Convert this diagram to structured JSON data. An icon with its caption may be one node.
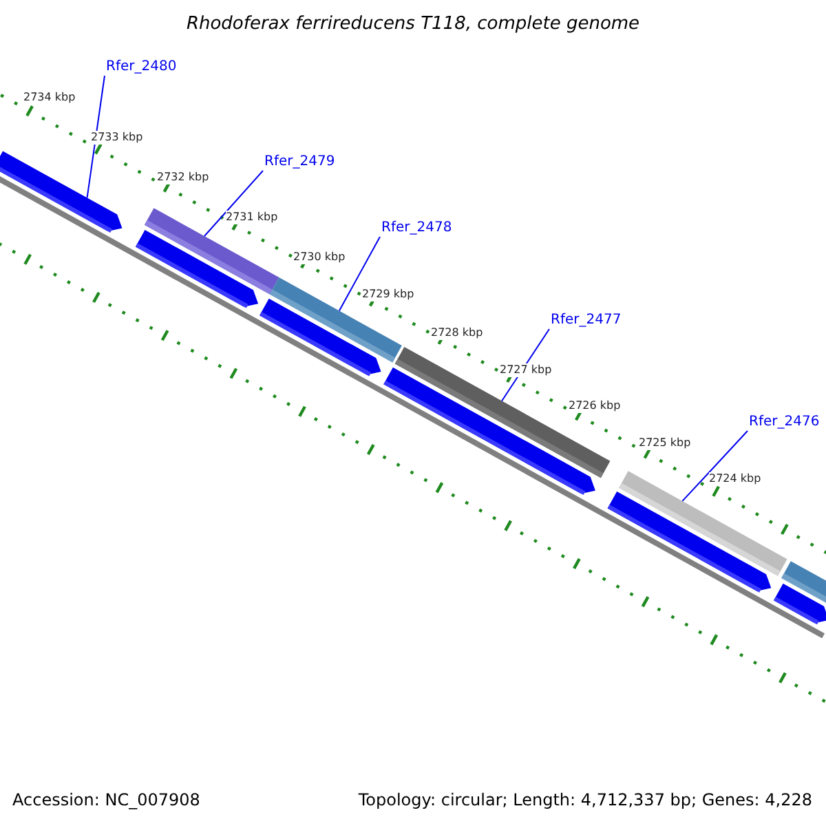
{
  "diagram": {
    "title": "Rhodoferax ferrireducens T118, complete genome",
    "nodes": [
      {
        "text": [
          "Rfer_2480"
        ]
      },
      {
        "text": [
          "Rfer_2479"
        ]
      },
      {
        "text": [
          "Rfer_2478"
        ]
      },
      {
        "text": [
          "Rfer_2477"
        ]
      },
      {
        "text": [
          "Rfer_2476"
        ]
      },
      {
        "text": [],
        "shape": "bar"
      },
      {
        "text": [],
        "shape": "bar"
      },
      {
        "text": [],
        "shape": "bar"
      },
      {
        "text": [],
        "shape": "bar"
      },
      {
        "text": [],
        "shape": "bar"
      }
    ],
    "edges": [
      {
        "from": 0,
        "to": 5,
        "arrow": "none"
      },
      {
        "from": 1,
        "to": 6,
        "arrow": "none"
      },
      {
        "from": 2,
        "to": 7,
        "arrow": "none"
      },
      {
        "from": 3,
        "to": 8,
        "arrow": "none"
      },
      {
        "from": 4,
        "to": 9,
        "arrow": "none"
      }
    ],
    "labels": [
      "2734 kbp",
      "2733 kbp",
      "2732 kbp",
      "2731 kbp",
      "2730 kbp",
      "2729 kbp",
      "2728 kbp",
      "2727 kbp",
      "2726 kbp",
      "2725 kbp",
      "2724 kbp",
      "Accession: NC_007908",
      "Topology: circular; Length: 4,712,337 bp; Genes: 4,228"
    ]
  }
}
